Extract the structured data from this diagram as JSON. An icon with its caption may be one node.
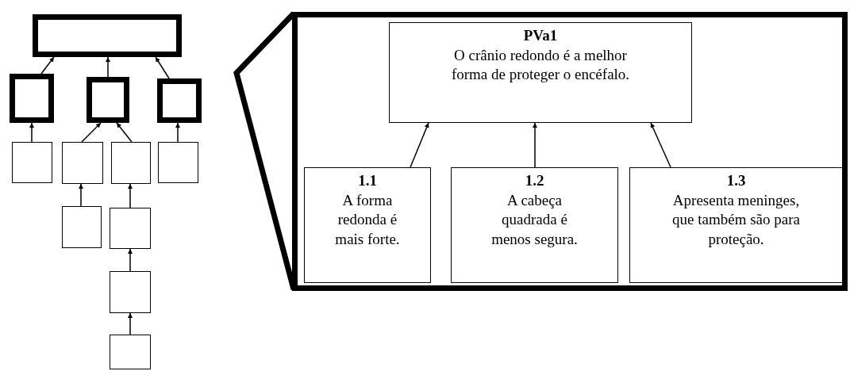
{
  "diagram": {
    "nodes": [
      {
        "text": [],
        "shape": "box"
      },
      {
        "text": [],
        "shape": "box"
      },
      {
        "text": [],
        "shape": "box"
      },
      {
        "text": [],
        "shape": "box"
      },
      {
        "text": [],
        "shape": "box"
      },
      {
        "text": [],
        "shape": "box"
      },
      {
        "text": [],
        "shape": "box"
      },
      {
        "text": [],
        "shape": "box"
      },
      {
        "text": [],
        "shape": "box"
      },
      {
        "text": [],
        "shape": "box"
      },
      {
        "text": [],
        "shape": "box"
      },
      {
        "text": [],
        "shape": "box"
      },
      {
        "text": [],
        "shape": "box"
      },
      {
        "text": [
          "PVa1",
          "O crânio redondo é a melhor forma de proteger o encéfalo."
        ],
        "in": 12
      },
      {
        "text": [
          "1.1",
          "A forma redonda é mais forte."
        ],
        "in": 12
      },
      {
        "text": [
          "1.2",
          "A cabeça quadrada é menos segura."
        ],
        "in": 12
      },
      {
        "text": [
          "1.3",
          "Apresenta meninges, que também são para proteção."
        ],
        "in": 12
      }
    ],
    "edges": [
      {
        "from": 1,
        "to": 0,
        "arrow": "to"
      },
      {
        "from": 2,
        "to": 0,
        "arrow": "to"
      },
      {
        "from": 3,
        "to": 0,
        "arrow": "to"
      },
      {
        "from": 4,
        "to": 1,
        "arrow": "to"
      },
      {
        "from": 5,
        "to": 2,
        "arrow": "to"
      },
      {
        "from": 6,
        "to": 2,
        "arrow": "to"
      },
      {
        "from": 7,
        "to": 3,
        "arrow": "to"
      },
      {
        "from": 8,
        "to": 5,
        "arrow": "to"
      },
      {
        "from": 9,
        "to": 6,
        "arrow": "to"
      },
      {
        "from": 10,
        "to": 9,
        "arrow": "to"
      },
      {
        "from": 11,
        "to": 10,
        "arrow": "to"
      },
      {
        "from": 14,
        "to": 13,
        "arrow": "to"
      },
      {
        "from": 15,
        "to": 13,
        "arrow": "to"
      },
      {
        "from": 16,
        "to": 13,
        "arrow": "to"
      }
    ]
  }
}
